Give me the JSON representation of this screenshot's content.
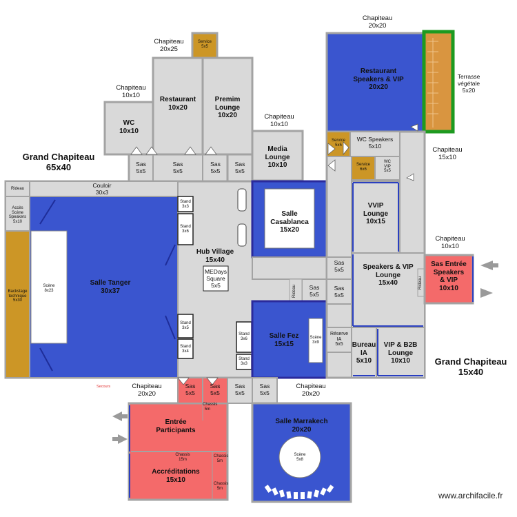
{
  "colors": {
    "wall": "#a3a3a3",
    "room": "#d9d9d9",
    "blue_hall": "#3a55cf",
    "red_zone": "#f46a6a",
    "service_gold": "#cc9626",
    "stage_white": "#ffffff",
    "terrace_green": "#1d9a20",
    "arrow_gray": "#9a9a9a",
    "exit_red": "#e03030"
  },
  "tents": {
    "grand_chapiteau_65x40": "Grand Chapiteau\n65x40",
    "grand_chapiteau_15x40": "Grand Chapiteau\n15x40",
    "chapiteau_20x25": "Chapiteau\n20x25",
    "chapiteau_10x10_wc": "Chapiteau\n10x10",
    "chapiteau_10x10_media": "Chapiteau\n10x10",
    "chapiteau_20x20_top": "Chapiteau\n20x20",
    "chapiteau_15x10": "Chapiteau\n15x10",
    "chapiteau_10x10_vip": "Chapiteau\n10x10",
    "chapiteau_20x20_left": "Chapiteau\n20x20",
    "chapiteau_20x20_right": "Chapiteau\n20x20"
  },
  "rooms": {
    "service_top": "Service\n5x5",
    "wc": "WC\n10x10",
    "restaurant": "Restaurant\n10x20",
    "premium_lounge": "Premim\nLounge\n10x20",
    "media_lounge": "Media\nLounge\n10x10",
    "restaurant_vip": "Restaurant\nSpeakers & VIP\n20x20",
    "terrasse": "Terrasse\nvégétale\n5x20",
    "service_speakers": "Service\n5x5",
    "wc_speakers": "WC Speakers\n5x10",
    "service_6x6": "Service\n6x6",
    "wc_vip": "WC\nVIP\n5x5",
    "sas_1": "Sas\n5x5",
    "sas_2": "Sas\n5x5",
    "sas_3": "Sas\n5x5",
    "sas_4": "Sas\n5x5",
    "couloir": "Couloir\n30x3",
    "rideau_1": "Rideau",
    "acces_scene": "Accès\nScène\nSpeakers\n5x10",
    "backstage": "Backstage\ntechnique\n5x30",
    "salle_tanger": "Salle Tanger\n30x37",
    "scene_tanger": "Scène\n8x23",
    "stand_3x3_a": "Stand\n3x3",
    "stand_3x6_a": "Stand\n3x6",
    "hub_village": "Hub Village\n15x40",
    "medays_square": "MEDays\nSquare\n5x5",
    "stand_3x5_a": "Stand\n3x5",
    "stand_3x4": "Stand\n3x4",
    "stand_3x6_b": "Stand\n3x6",
    "stand_3x3_b": "Stand\n3x3",
    "salle_casablanca": "Salle\nCasablanca\n15x20",
    "sas_casa": "Sas\n5x5",
    "sas_mid": "Sas\n5x5",
    "rideau_2": "Rideau",
    "salle_fez": "Salle Fez\n15x15",
    "scene_fez": "Scène\n3x9",
    "reserve_ia": "Réserve\nIA\n5x5",
    "vvip_lounge": "VVIP\nLounge\n10x15",
    "sas_vvip": "Sas\n5x5",
    "speakers_vip_lounge": "Speakers & VIP\nLounge\n15x40",
    "rideau_3": "Rideau",
    "bureau_ia": "Bureau\nIA\n5x10",
    "vip_b2b": "VIP & B2B\nLounge\n10x10",
    "sas_entree_vip": "Sas Entrée\nSpeakers\n& VIP\n10x10",
    "sas_bottom_1": "Sas\n5x5",
    "sas_bottom_2": "Sas\n5x5",
    "sas_bottom_3": "Sas\n5x5",
    "sas_bottom_4": "Sas\n5x5",
    "entree_participants": "Entrée\nParticipants",
    "accreditations": "Accréditations\n15x10",
    "chassis_1": "Chassis\n5m",
    "chassis_2": "Chassis\n15m",
    "chassis_3": "Chassis\n5m",
    "chassis_4": "Chassis\n5m",
    "salle_marrakech": "Salle Marrakech\n20x20",
    "scene_marrakech": "Scène\n5x8",
    "secours": "Secours"
  },
  "watermark": "www.archifacile.fr"
}
